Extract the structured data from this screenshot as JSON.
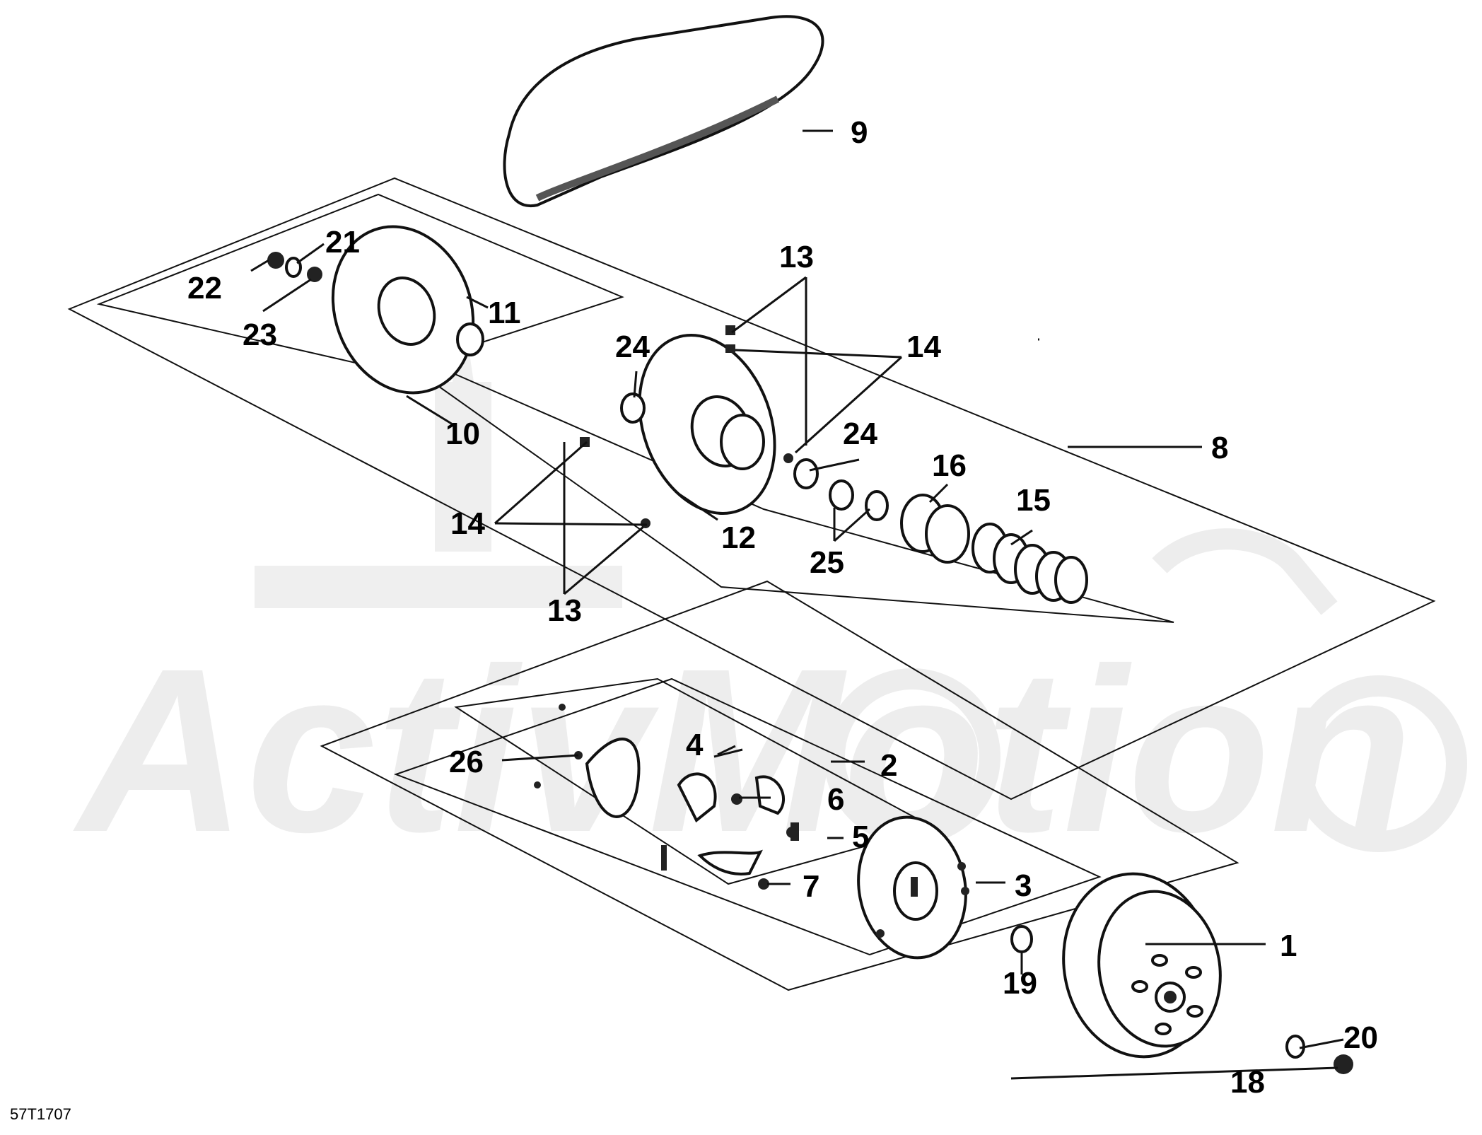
{
  "watermark": {
    "text": "ActivMotion"
  },
  "diagram_code": "57T1707",
  "callouts": {
    "c1": "1",
    "c2": "2",
    "c3": "3",
    "c4": "4",
    "c5": "5",
    "c6": "6",
    "c7": "7",
    "c8": "8",
    "c9": "9",
    "c10": "10",
    "c11": "11",
    "c12": "12",
    "c13a": "13",
    "c13b": "13",
    "c14a": "14",
    "c14b": "14",
    "c15": "15",
    "c16": "16",
    "c18": "18",
    "c19": "19",
    "c20": "20",
    "c21": "21",
    "c22": "22",
    "c23": "23",
    "c24a": "24",
    "c24b": "24",
    "c25": "25",
    "c26": "26"
  }
}
